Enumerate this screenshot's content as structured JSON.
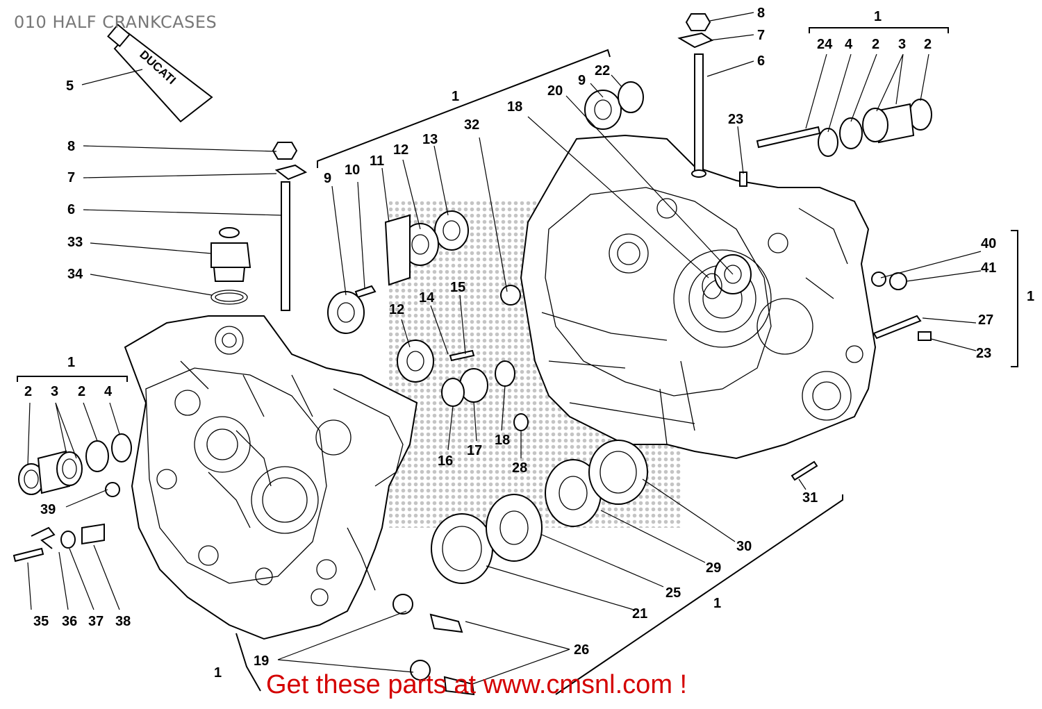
{
  "header": {
    "title": "010 HALF CRANKCASES"
  },
  "promo": {
    "text": "Get these parts at www.cmsnl.com !"
  },
  "tube_brand": "DUCATI",
  "labels": {
    "l1a": "1",
    "l24": "24",
    "l4a": "4",
    "l2a": "2",
    "l3a": "3",
    "l2b": "2",
    "l8a": "8",
    "l7a": "7",
    "l6a": "6",
    "l23a": "23",
    "l5": "5",
    "l8b": "8",
    "l7b": "7",
    "l6b": "6",
    "l33": "33",
    "l34": "34",
    "l1b": "1",
    "l9a": "9",
    "l22": "22",
    "l20": "20",
    "l18a": "18",
    "l32": "32",
    "l13": "13",
    "l12a": "12",
    "l11": "11",
    "l10": "10",
    "l9b": "9",
    "l40": "40",
    "l41": "41",
    "l1c": "1",
    "l27": "27",
    "l23b": "23",
    "l12b": "12",
    "l14": "14",
    "l15": "15",
    "l1d": "1",
    "l2c": "2",
    "l3b": "3",
    "l2d": "2",
    "l4b": "4",
    "l18b": "18",
    "l17": "17",
    "l16": "16",
    "l28": "28",
    "l39": "39",
    "l31": "31",
    "l30": "30",
    "l29": "29",
    "l25": "25",
    "l21": "21",
    "l1e": "1",
    "l35": "35",
    "l36": "36",
    "l37": "37",
    "l38": "38",
    "l26": "26",
    "l19": "19",
    "l1f": "1"
  }
}
